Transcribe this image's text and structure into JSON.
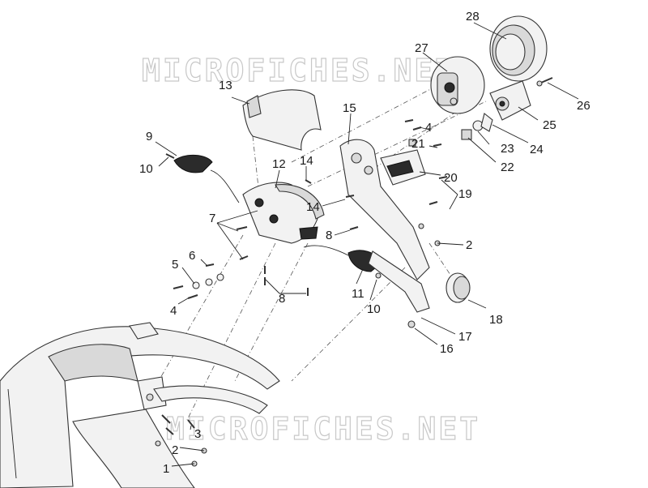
{
  "watermark": {
    "top": "MICROFICHES.NET",
    "bottom": "MICROFICHES.NET"
  },
  "callouts": {
    "n1": "1",
    "n2a": "2",
    "n2b": "2",
    "n3": "3",
    "n4a": "4",
    "n4b": "4",
    "n5": "5",
    "n6": "6",
    "n7": "7",
    "n8a": "8",
    "n8b": "8",
    "n9": "9",
    "n10a": "10",
    "n10b": "10",
    "n11": "11",
    "n12": "12",
    "n13": "13",
    "n14a": "14",
    "n14b": "14",
    "n15": "15",
    "n16": "16",
    "n17": "17",
    "n18": "18",
    "n19": "19",
    "n20": "20",
    "n21": "21",
    "n22": "22",
    "n23": "23",
    "n24": "24",
    "n25": "25",
    "n26": "26",
    "n27": "27",
    "n28": "28"
  }
}
